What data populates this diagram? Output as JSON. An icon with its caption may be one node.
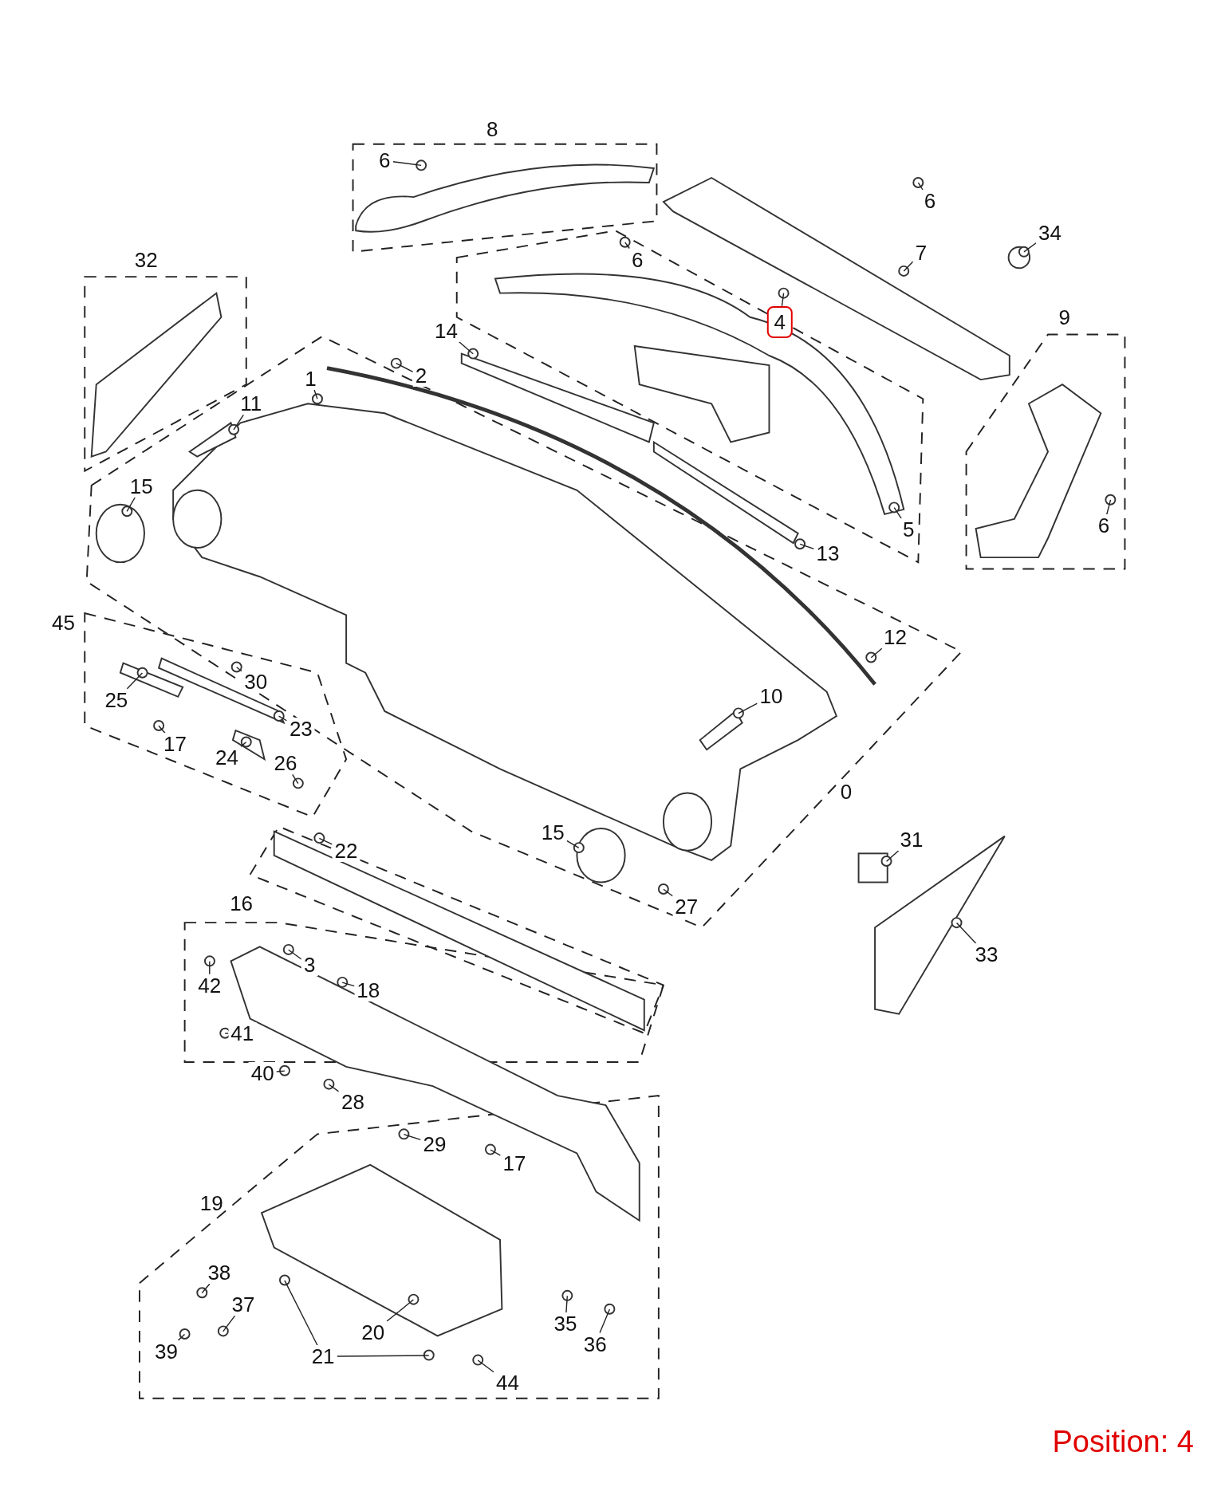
{
  "diagram": {
    "nodes": [
      {
        "text": [
          "6"
        ]
      },
      {
        "text": [
          "6"
        ]
      },
      {
        "text": [
          "34"
        ]
      },
      {
        "text": [
          "7"
        ]
      },
      {
        "text": [
          "6"
        ]
      },
      {
        "text": [
          "4"
        ]
      },
      {
        "text": [
          "14"
        ]
      },
      {
        "text": [
          "2"
        ]
      },
      {
        "text": [
          "1"
        ]
      },
      {
        "text": [
          "11"
        ]
      },
      {
        "text": [
          "15"
        ]
      },
      {
        "text": [
          "5"
        ]
      },
      {
        "text": [
          "13"
        ]
      },
      {
        "text": [
          "6"
        ]
      },
      {
        "text": [
          "12"
        ]
      },
      {
        "text": [
          "30"
        ]
      },
      {
        "text": [
          "25"
        ]
      },
      {
        "text": [
          "10"
        ]
      },
      {
        "text": [
          "23"
        ]
      },
      {
        "text": [
          "17"
        ]
      },
      {
        "text": [
          "24"
        ]
      },
      {
        "text": [
          "26"
        ]
      },
      {
        "text": [
          "31"
        ]
      },
      {
        "text": [
          "15"
        ]
      },
      {
        "text": [
          "22"
        ]
      },
      {
        "text": [
          "27"
        ]
      },
      {
        "text": [
          "33"
        ]
      },
      {
        "text": [
          "3"
        ]
      },
      {
        "text": [
          "18"
        ]
      },
      {
        "text": [
          "42"
        ]
      },
      {
        "text": [
          "41"
        ]
      },
      {
        "text": [
          "40"
        ]
      },
      {
        "text": [
          "28"
        ]
      },
      {
        "text": [
          "29"
        ]
      },
      {
        "text": [
          "17"
        ]
      },
      {
        "text": [
          "38"
        ]
      },
      {
        "text": [
          "37"
        ]
      },
      {
        "text": [
          "39"
        ]
      },
      {
        "text": [
          "20"
        ]
      },
      {
        "text": [
          "21"
        ]
      },
      {
        "text": [
          "35"
        ]
      },
      {
        "text": [
          "36"
        ]
      },
      {
        "text": [
          "44"
        ]
      }
    ],
    "edges": [
      {
        "from": 0,
        "to": null,
        "arrow": "none"
      },
      {
        "from": 1,
        "to": null,
        "arrow": "none"
      },
      {
        "from": 2,
        "to": null,
        "arrow": "none"
      },
      {
        "from": 3,
        "to": null,
        "arrow": "none"
      },
      {
        "from": 4,
        "to": null,
        "arrow": "none"
      },
      {
        "from": 5,
        "to": null,
        "arrow": "none"
      },
      {
        "from": 6,
        "to": null,
        "arrow": "none"
      },
      {
        "from": 7,
        "to": null,
        "arrow": "none"
      },
      {
        "from": 8,
        "to": null,
        "arrow": "none"
      },
      {
        "from": 9,
        "to": null,
        "arrow": "none"
      },
      {
        "from": 10,
        "to": null,
        "arrow": "none"
      },
      {
        "from": 11,
        "to": null,
        "arrow": "none"
      },
      {
        "from": 12,
        "to": null,
        "arrow": "none"
      },
      {
        "from": 13,
        "to": null,
        "arrow": "none"
      },
      {
        "from": 14,
        "to": null,
        "arrow": "none"
      },
      {
        "from": 15,
        "to": null,
        "arrow": "none"
      },
      {
        "from": 16,
        "to": null,
        "arrow": "none"
      },
      {
        "from": 17,
        "to": null,
        "arrow": "none"
      },
      {
        "from": 18,
        "to": null,
        "arrow": "none"
      },
      {
        "from": 19,
        "to": null,
        "arrow": "none"
      },
      {
        "from": 20,
        "to": null,
        "arrow": "none"
      },
      {
        "from": 21,
        "to": null,
        "arrow": "none"
      },
      {
        "from": 22,
        "to": null,
        "arrow": "none"
      },
      {
        "from": 23,
        "to": null,
        "arrow": "none"
      },
      {
        "from": 24,
        "to": null,
        "arrow": "none"
      },
      {
        "from": 25,
        "to": null,
        "arrow": "none"
      },
      {
        "from": 26,
        "to": null,
        "arrow": "none"
      },
      {
        "from": 27,
        "to": null,
        "arrow": "none"
      },
      {
        "from": 28,
        "to": null,
        "arrow": "none"
      },
      {
        "from": 29,
        "to": null,
        "arrow": "none"
      },
      {
        "from": 30,
        "to": null,
        "arrow": "none"
      },
      {
        "from": 31,
        "to": null,
        "arrow": "none"
      },
      {
        "from": 32,
        "to": null,
        "arrow": "none"
      },
      {
        "from": 33,
        "to": null,
        "arrow": "none"
      },
      {
        "from": 34,
        "to": null,
        "arrow": "none"
      },
      {
        "from": 35,
        "to": null,
        "arrow": "none"
      },
      {
        "from": 36,
        "to": null,
        "arrow": "none"
      },
      {
        "from": 37,
        "to": null,
        "arrow": "none"
      },
      {
        "from": 38,
        "to": null,
        "arrow": "none"
      },
      {
        "from": 39,
        "to": null,
        "arrow": "none"
      },
      {
        "from": 39,
        "to": null,
        "arrow": "none"
      },
      {
        "from": 40,
        "to": null,
        "arrow": "none"
      },
      {
        "from": 41,
        "to": null,
        "arrow": "none"
      },
      {
        "from": 42,
        "to": null,
        "arrow": "none"
      }
    ],
    "labels": [
      "8",
      "32",
      "9",
      "45",
      "0",
      "16",
      "19",
      "Position: 4"
    ]
  }
}
